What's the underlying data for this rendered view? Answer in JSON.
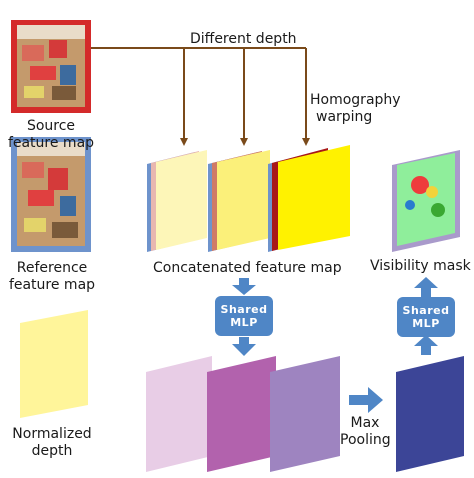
{
  "labels": {
    "different_depth": "Different depth",
    "homography_line1": "Homography",
    "homography_line2": "warping",
    "source_line1": "Source",
    "source_line2": "feature map",
    "reference_line1": "Reference",
    "reference_line2": "feature map",
    "concatenated": "Concatenated feature map",
    "visibility_mask": "Visibility mask",
    "normalized_line1": "Normalized",
    "normalized_line2": "depth",
    "max_line1": "Max",
    "max_line2": "Pooling"
  },
  "mlp_top": {
    "line1": "Shared",
    "line2": "MLP"
  },
  "mlp_right": {
    "line1": "Shared",
    "line2": "MLP"
  },
  "colors": {
    "source_border": "#d42a2a",
    "reference_border": "#6e93cc",
    "arrow_blue": "#4f86c6",
    "normalized_depth": "#fff59a",
    "layer_yellow_light": "#fdf6b8",
    "layer_yellow": "#fbf07a",
    "layer_yellow_bright": "#fff200",
    "pink_light": "#e8cde6",
    "pink_mid": "#b262ad",
    "purple": "#9e84c0",
    "dark_blue": "#3c4597",
    "mask_green": "#8fee9b"
  }
}
